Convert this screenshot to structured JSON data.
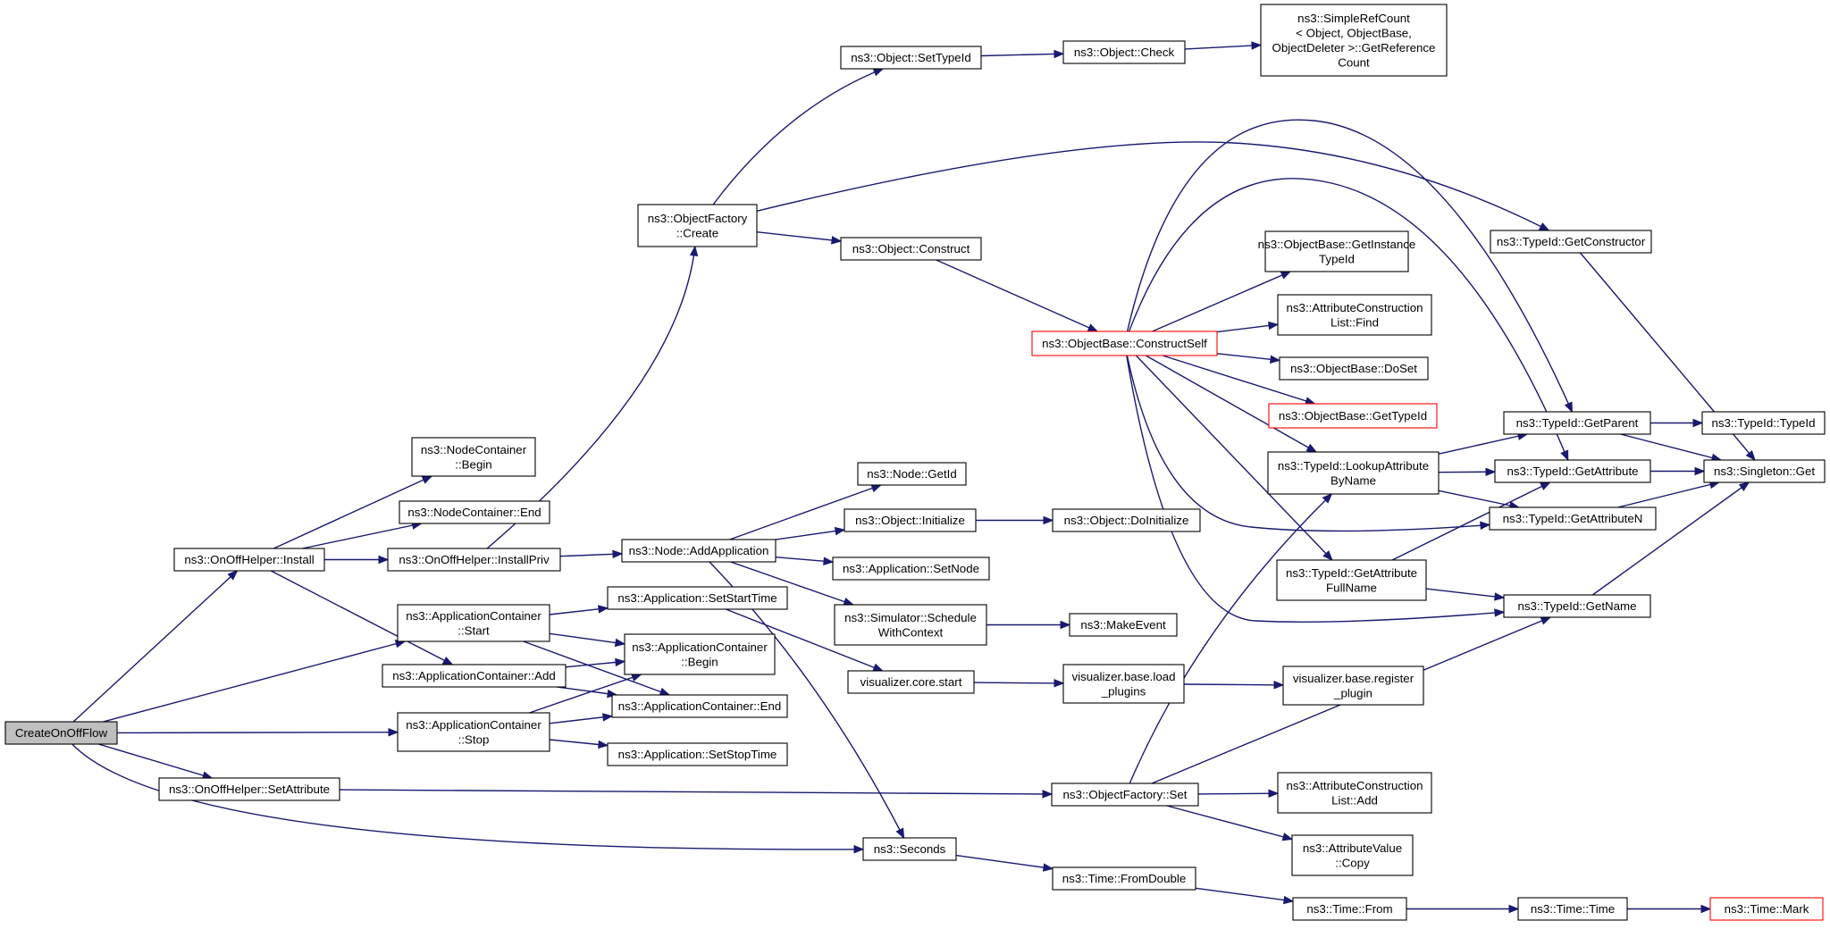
{
  "diagram": {
    "colors": {
      "edge": "#191970",
      "root_fill": "#bfbfbf",
      "highlight_border": "#ff0000",
      "node_border": "#000000"
    },
    "nodes": [
      {
        "id": "root",
        "label": [
          "CreateOnOffFlow"
        ],
        "style": "root"
      },
      {
        "id": "install",
        "label": [
          "ns3::OnOffHelper::Install"
        ]
      },
      {
        "id": "setattr",
        "label": [
          "ns3::OnOffHelper::SetAttribute"
        ]
      },
      {
        "id": "acstart",
        "label": [
          "ns3::ApplicationContainer",
          "::Start"
        ]
      },
      {
        "id": "acadd",
        "label": [
          "ns3::ApplicationContainer::Add"
        ]
      },
      {
        "id": "acstop",
        "label": [
          "ns3::ApplicationContainer",
          "::Stop"
        ]
      },
      {
        "id": "ncbegin",
        "label": [
          "ns3::NodeContainer",
          "::Begin"
        ]
      },
      {
        "id": "ncend",
        "label": [
          "ns3::NodeContainer::End"
        ]
      },
      {
        "id": "installpriv",
        "label": [
          "ns3::OnOffHelper::InstallPriv"
        ]
      },
      {
        "id": "ofcreate",
        "label": [
          "ns3::ObjectFactory",
          "::Create"
        ]
      },
      {
        "id": "addapp",
        "label": [
          "ns3::Node::AddApplication"
        ]
      },
      {
        "id": "setstarttime",
        "label": [
          "ns3::Application::SetStartTime"
        ]
      },
      {
        "id": "acbegin",
        "label": [
          "ns3::ApplicationContainer",
          "::Begin"
        ]
      },
      {
        "id": "acend",
        "label": [
          "ns3::ApplicationContainer::End"
        ]
      },
      {
        "id": "setstoptime",
        "label": [
          "ns3::Application::SetStopTime"
        ]
      },
      {
        "id": "seconds",
        "label": [
          "ns3::Seconds"
        ]
      },
      {
        "id": "settypeid",
        "label": [
          "ns3::Object::SetTypeId"
        ]
      },
      {
        "id": "check",
        "label": [
          "ns3::Object::Check"
        ]
      },
      {
        "id": "simplerefcount",
        "label": [
          "ns3::SimpleRefCount",
          "< Object, ObjectBase,",
          " ObjectDeleter >::GetReference",
          "Count"
        ]
      },
      {
        "id": "construct",
        "label": [
          "ns3::Object::Construct"
        ]
      },
      {
        "id": "getid",
        "label": [
          "ns3::Node::GetId"
        ]
      },
      {
        "id": "initialize",
        "label": [
          "ns3::Object::Initialize"
        ]
      },
      {
        "id": "doinitialize",
        "label": [
          "ns3::Object::DoInitialize"
        ]
      },
      {
        "id": "setnode",
        "label": [
          "ns3::Application::SetNode"
        ]
      },
      {
        "id": "schedule",
        "label": [
          "ns3::Simulator::Schedule",
          "WithContext"
        ]
      },
      {
        "id": "makeevent",
        "label": [
          "ns3::MakeEvent"
        ]
      },
      {
        "id": "vcstart",
        "label": [
          "visualizer.core.start"
        ]
      },
      {
        "id": "vbload",
        "label": [
          "visualizer.base.load",
          "_plugins"
        ]
      },
      {
        "id": "vbreg",
        "label": [
          "visualizer.base.register",
          "_plugin"
        ]
      },
      {
        "id": "constructself",
        "label": [
          "ns3::ObjectBase::ConstructSelf"
        ],
        "style": "red"
      },
      {
        "id": "getinstance",
        "label": [
          "ns3::ObjectBase::GetInstance",
          "TypeId"
        ]
      },
      {
        "id": "aclfind",
        "label": [
          "ns3::AttributeConstruction",
          "List::Find"
        ]
      },
      {
        "id": "doset",
        "label": [
          "ns3::ObjectBase::DoSet"
        ]
      },
      {
        "id": "obgettypeid",
        "label": [
          "ns3::ObjectBase::GetTypeId"
        ],
        "style": "red"
      },
      {
        "id": "lookup",
        "label": [
          "ns3::TypeId::LookupAttribute",
          "ByName"
        ]
      },
      {
        "id": "getattrfull",
        "label": [
          "ns3::TypeId::GetAttribute",
          "FullName"
        ]
      },
      {
        "id": "ofset",
        "label": [
          "ns3::ObjectFactory::Set"
        ]
      },
      {
        "id": "acladd",
        "label": [
          "ns3::AttributeConstruction",
          "List::Add"
        ]
      },
      {
        "id": "avcopy",
        "label": [
          "ns3::AttributeValue",
          "::Copy"
        ]
      },
      {
        "id": "fromdouble",
        "label": [
          "ns3::Time::FromDouble"
        ]
      },
      {
        "id": "from",
        "label": [
          "ns3::Time::From"
        ]
      },
      {
        "id": "time",
        "label": [
          "ns3::Time::Time"
        ]
      },
      {
        "id": "mark",
        "label": [
          "ns3::Time::Mark"
        ],
        "style": "red"
      },
      {
        "id": "getconstructor",
        "label": [
          "ns3::TypeId::GetConstructor"
        ]
      },
      {
        "id": "getparent",
        "label": [
          "ns3::TypeId::GetParent"
        ]
      },
      {
        "id": "getattribute",
        "label": [
          "ns3::TypeId::GetAttribute"
        ]
      },
      {
        "id": "getattributen",
        "label": [
          "ns3::TypeId::GetAttributeN"
        ]
      },
      {
        "id": "getname",
        "label": [
          "ns3::TypeId::GetName"
        ]
      },
      {
        "id": "typeid",
        "label": [
          "ns3::TypeId::TypeId"
        ]
      },
      {
        "id": "singleton",
        "label": [
          "ns3::Singleton::Get"
        ]
      }
    ],
    "edges": [
      [
        "root",
        "install"
      ],
      [
        "root",
        "acstart"
      ],
      [
        "root",
        "acstop"
      ],
      [
        "root",
        "setattr"
      ],
      [
        "root",
        "seconds"
      ],
      [
        "install",
        "ncbegin"
      ],
      [
        "install",
        "ncend"
      ],
      [
        "install",
        "installpriv"
      ],
      [
        "install",
        "acadd"
      ],
      [
        "installpriv",
        "ofcreate"
      ],
      [
        "installpriv",
        "addapp"
      ],
      [
        "acstart",
        "setstarttime"
      ],
      [
        "acstart",
        "acbegin"
      ],
      [
        "acstart",
        "acend"
      ],
      [
        "acadd",
        "acbegin"
      ],
      [
        "acadd",
        "acend"
      ],
      [
        "acstop",
        "acbegin"
      ],
      [
        "acstop",
        "acend"
      ],
      [
        "acstop",
        "setstoptime"
      ],
      [
        "setattr",
        "ofset"
      ],
      [
        "ofcreate",
        "settypeid"
      ],
      [
        "ofcreate",
        "construct"
      ],
      [
        "ofcreate",
        "getconstructor"
      ],
      [
        "settypeid",
        "check"
      ],
      [
        "check",
        "simplerefcount"
      ],
      [
        "construct",
        "constructself"
      ],
      [
        "addapp",
        "getid"
      ],
      [
        "addapp",
        "initialize"
      ],
      [
        "addapp",
        "setnode"
      ],
      [
        "addapp",
        "schedule"
      ],
      [
        "addapp",
        "seconds"
      ],
      [
        "initialize",
        "doinitialize"
      ],
      [
        "setstarttime",
        "vcstart"
      ],
      [
        "schedule",
        "makeevent"
      ],
      [
        "vcstart",
        "vbload"
      ],
      [
        "vbload",
        "vbreg"
      ],
      [
        "constructself",
        "getinstance"
      ],
      [
        "constructself",
        "aclfind"
      ],
      [
        "constructself",
        "doset"
      ],
      [
        "constructself",
        "obgettypeid"
      ],
      [
        "constructself",
        "getparent"
      ],
      [
        "constructself",
        "getattribute"
      ],
      [
        "constructself",
        "getattributen"
      ],
      [
        "constructself",
        "lookup"
      ],
      [
        "constructself",
        "getattrfull"
      ],
      [
        "constructself",
        "getname"
      ],
      [
        "lookup",
        "getparent"
      ],
      [
        "lookup",
        "getattribute"
      ],
      [
        "lookup",
        "getattributen"
      ],
      [
        "getattrfull",
        "getattribute"
      ],
      [
        "getattrfull",
        "getname"
      ],
      [
        "ofset",
        "lookup"
      ],
      [
        "ofset",
        "acladd"
      ],
      [
        "ofset",
        "avcopy"
      ],
      [
        "ofset",
        "getname"
      ],
      [
        "seconds",
        "fromdouble"
      ],
      [
        "fromdouble",
        "from"
      ],
      [
        "from",
        "time"
      ],
      [
        "time",
        "mark"
      ],
      [
        "getconstructor",
        "singleton"
      ],
      [
        "getparent",
        "typeid"
      ],
      [
        "getparent",
        "singleton"
      ],
      [
        "getattribute",
        "singleton"
      ],
      [
        "getattributen",
        "singleton"
      ],
      [
        "getname",
        "singleton"
      ]
    ]
  }
}
